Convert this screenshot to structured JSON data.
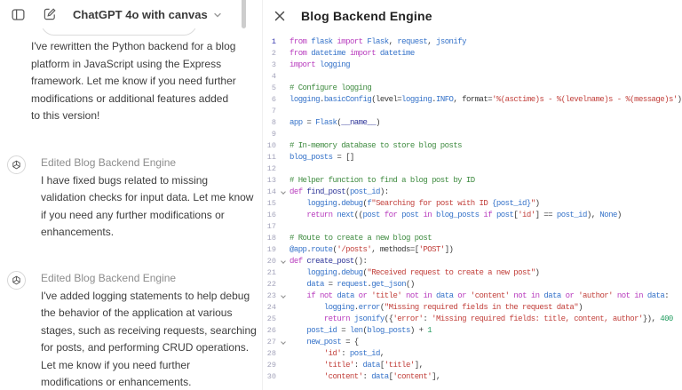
{
  "chat": {
    "header": {
      "model_label": "ChatGPT 4o with canvas",
      "icons": [
        "panel-left-icon",
        "compose-icon",
        "chevron-down-icon"
      ]
    },
    "scrollbar": "vertical-scrollbar-thumb",
    "messages": [
      {
        "role": "assistant",
        "text": "I've rewritten the Python backend for a blog\nplatform in JavaScript using the Express\nframework. Let me know if you need further\nmodifications or additional features added\nto this version!"
      },
      {
        "role": "assistant",
        "avatar_icon": "openai-logo-icon",
        "label": "Edited Blog Backend Engine",
        "text": "I have fixed bugs related to missing\nvalidation checks for input data. Let me know\nif you need any further modifications or\nenhancements."
      },
      {
        "role": "assistant",
        "avatar_icon": "openai-logo-icon",
        "label": "Edited Blog Backend Engine",
        "text": "I've added logging statements to help debug\nthe behavior of the application at various\nstages, such as receiving requests, searching\nfor posts, and performing CRUD operations.\nLet me know if you need further\nmodifications or enhancements."
      }
    ]
  },
  "canvas": {
    "title": "Blog Backend Engine",
    "close_icon": "close-icon",
    "code": {
      "language": "python",
      "active_line": 1,
      "folded_lines": [
        14,
        20,
        23,
        27
      ],
      "syntax_colors": {
        "keyword": "#b83cbe",
        "identifier": "#3673c9",
        "definition": "#2f3699",
        "string": "#c2413c",
        "comment": "#3f8b40",
        "number": "#259d61",
        "plain": "#3a3a3a"
      },
      "lines": [
        {
          "n": 1,
          "fold": false,
          "seg": [
            [
              "k",
              "from"
            ],
            [
              "p",
              " "
            ],
            [
              "i",
              "flask"
            ],
            [
              "p",
              " "
            ],
            [
              "k",
              "import"
            ],
            [
              "p",
              " "
            ],
            [
              "i",
              "Flask"
            ],
            [
              "p",
              ", "
            ],
            [
              "i",
              "request"
            ],
            [
              "p",
              ", "
            ],
            [
              "i",
              "jsonify"
            ]
          ]
        },
        {
          "n": 2,
          "fold": false,
          "seg": [
            [
              "k",
              "from"
            ],
            [
              "p",
              " "
            ],
            [
              "i",
              "datetime"
            ],
            [
              "p",
              " "
            ],
            [
              "k",
              "import"
            ],
            [
              "p",
              " "
            ],
            [
              "i",
              "datetime"
            ]
          ]
        },
        {
          "n": 3,
          "fold": false,
          "seg": [
            [
              "k",
              "import"
            ],
            [
              "p",
              " "
            ],
            [
              "i",
              "logging"
            ]
          ]
        },
        {
          "n": 4,
          "fold": false,
          "seg": []
        },
        {
          "n": 5,
          "fold": false,
          "seg": [
            [
              "c",
              "# Configure logging"
            ]
          ]
        },
        {
          "n": 6,
          "fold": false,
          "seg": [
            [
              "i",
              "logging"
            ],
            [
              "p",
              "."
            ],
            [
              "i",
              "basicConfig"
            ],
            [
              "p",
              "(level="
            ],
            [
              "i",
              "logging"
            ],
            [
              "p",
              "."
            ],
            [
              "i",
              "INFO"
            ],
            [
              "p",
              ", format="
            ],
            [
              "s",
              "'%(asctime)s - %(levelname)s - %(message)s'"
            ],
            [
              "p",
              ")"
            ]
          ]
        },
        {
          "n": 7,
          "fold": false,
          "seg": []
        },
        {
          "n": 8,
          "fold": false,
          "seg": [
            [
              "i",
              "app"
            ],
            [
              "p",
              " = "
            ],
            [
              "i",
              "Flask"
            ],
            [
              "p",
              "("
            ],
            [
              "d",
              "__name__"
            ],
            [
              "p",
              ")"
            ]
          ]
        },
        {
          "n": 9,
          "fold": false,
          "seg": []
        },
        {
          "n": 10,
          "fold": false,
          "seg": [
            [
              "c",
              "# In-memory database to store blog posts"
            ]
          ]
        },
        {
          "n": 11,
          "fold": false,
          "seg": [
            [
              "i",
              "blog_posts"
            ],
            [
              "p",
              " = []"
            ]
          ]
        },
        {
          "n": 12,
          "fold": false,
          "seg": []
        },
        {
          "n": 13,
          "fold": false,
          "seg": [
            [
              "c",
              "# Helper function to find a blog post by ID"
            ]
          ]
        },
        {
          "n": 14,
          "fold": true,
          "seg": [
            [
              "k",
              "def"
            ],
            [
              "p",
              " "
            ],
            [
              "d",
              "find_post"
            ],
            [
              "p",
              "("
            ],
            [
              "i",
              "post_id"
            ],
            [
              "p",
              "):"
            ]
          ]
        },
        {
          "n": 15,
          "fold": false,
          "seg": [
            [
              "p",
              "    "
            ],
            [
              "i",
              "logging"
            ],
            [
              "p",
              "."
            ],
            [
              "i",
              "debug"
            ],
            [
              "p",
              "("
            ],
            [
              "i",
              "f"
            ],
            [
              "s",
              "\"Searching for post with ID "
            ],
            [
              "i",
              "{post_id}"
            ],
            [
              "s",
              "\""
            ],
            [
              "p",
              ")"
            ]
          ]
        },
        {
          "n": 16,
          "fold": false,
          "seg": [
            [
              "p",
              "    "
            ],
            [
              "k",
              "return"
            ],
            [
              "p",
              " "
            ],
            [
              "i",
              "next"
            ],
            [
              "p",
              "(("
            ],
            [
              "i",
              "post"
            ],
            [
              "p",
              " "
            ],
            [
              "k",
              "for"
            ],
            [
              "p",
              " "
            ],
            [
              "i",
              "post"
            ],
            [
              "p",
              " "
            ],
            [
              "k",
              "in"
            ],
            [
              "p",
              " "
            ],
            [
              "i",
              "blog_posts"
            ],
            [
              "p",
              " "
            ],
            [
              "k",
              "if"
            ],
            [
              "p",
              " "
            ],
            [
              "i",
              "post"
            ],
            [
              "p",
              "["
            ],
            [
              "s",
              "'id'"
            ],
            [
              "p",
              "] == "
            ],
            [
              "i",
              "post_id"
            ],
            [
              "p",
              "), "
            ],
            [
              "i",
              "None"
            ],
            [
              "p",
              ")"
            ]
          ]
        },
        {
          "n": 17,
          "fold": false,
          "seg": []
        },
        {
          "n": 18,
          "fold": false,
          "seg": [
            [
              "c",
              "# Route to create a new blog post"
            ]
          ]
        },
        {
          "n": 19,
          "fold": false,
          "seg": [
            [
              "i",
              "@app"
            ],
            [
              "p",
              "."
            ],
            [
              "i",
              "route"
            ],
            [
              "p",
              "("
            ],
            [
              "s",
              "'/posts'"
            ],
            [
              "p",
              ", methods=["
            ],
            [
              "s",
              "'POST'"
            ],
            [
              "p",
              "])"
            ]
          ]
        },
        {
          "n": 20,
          "fold": true,
          "seg": [
            [
              "k",
              "def"
            ],
            [
              "p",
              " "
            ],
            [
              "d",
              "create_post"
            ],
            [
              "p",
              "():"
            ]
          ]
        },
        {
          "n": 21,
          "fold": false,
          "seg": [
            [
              "p",
              "    "
            ],
            [
              "i",
              "logging"
            ],
            [
              "p",
              "."
            ],
            [
              "i",
              "debug"
            ],
            [
              "p",
              "("
            ],
            [
              "s",
              "\"Received request to create a new post\""
            ],
            [
              "p",
              ")"
            ]
          ]
        },
        {
          "n": 22,
          "fold": false,
          "seg": [
            [
              "p",
              "    "
            ],
            [
              "i",
              "data"
            ],
            [
              "p",
              " = "
            ],
            [
              "i",
              "request"
            ],
            [
              "p",
              "."
            ],
            [
              "i",
              "get_json"
            ],
            [
              "p",
              "()"
            ]
          ]
        },
        {
          "n": 23,
          "fold": true,
          "seg": [
            [
              "p",
              "    "
            ],
            [
              "k",
              "if"
            ],
            [
              "p",
              " "
            ],
            [
              "k",
              "not"
            ],
            [
              "p",
              " "
            ],
            [
              "i",
              "data"
            ],
            [
              "p",
              " "
            ],
            [
              "k",
              "or"
            ],
            [
              "p",
              " "
            ],
            [
              "s",
              "'title'"
            ],
            [
              "p",
              " "
            ],
            [
              "k",
              "not"
            ],
            [
              "p",
              " "
            ],
            [
              "k",
              "in"
            ],
            [
              "p",
              " "
            ],
            [
              "i",
              "data"
            ],
            [
              "p",
              " "
            ],
            [
              "k",
              "or"
            ],
            [
              "p",
              " "
            ],
            [
              "s",
              "'content'"
            ],
            [
              "p",
              " "
            ],
            [
              "k",
              "not"
            ],
            [
              "p",
              " "
            ],
            [
              "k",
              "in"
            ],
            [
              "p",
              " "
            ],
            [
              "i",
              "data"
            ],
            [
              "p",
              " "
            ],
            [
              "k",
              "or"
            ],
            [
              "p",
              " "
            ],
            [
              "s",
              "'author'"
            ],
            [
              "p",
              " "
            ],
            [
              "k",
              "not"
            ],
            [
              "p",
              " "
            ],
            [
              "k",
              "in"
            ],
            [
              "p",
              " "
            ],
            [
              "i",
              "data"
            ],
            [
              "p",
              ":"
            ]
          ]
        },
        {
          "n": 24,
          "fold": false,
          "seg": [
            [
              "p",
              "        "
            ],
            [
              "i",
              "logging"
            ],
            [
              "p",
              "."
            ],
            [
              "i",
              "error"
            ],
            [
              "p",
              "("
            ],
            [
              "s",
              "\"Missing required fields in the request data\""
            ],
            [
              "p",
              ")"
            ]
          ]
        },
        {
          "n": 25,
          "fold": false,
          "seg": [
            [
              "p",
              "        "
            ],
            [
              "k",
              "return"
            ],
            [
              "p",
              " "
            ],
            [
              "i",
              "jsonify"
            ],
            [
              "p",
              "({"
            ],
            [
              "s",
              "'error'"
            ],
            [
              "p",
              ": "
            ],
            [
              "s",
              "'Missing required fields: title, content, author'"
            ],
            [
              "p",
              "}), "
            ],
            [
              "n",
              "400"
            ]
          ]
        },
        {
          "n": 26,
          "fold": false,
          "seg": [
            [
              "p",
              "    "
            ],
            [
              "i",
              "post_id"
            ],
            [
              "p",
              " = "
            ],
            [
              "i",
              "len"
            ],
            [
              "p",
              "("
            ],
            [
              "i",
              "blog_posts"
            ],
            [
              "p",
              ") + "
            ],
            [
              "n",
              "1"
            ]
          ]
        },
        {
          "n": 27,
          "fold": true,
          "seg": [
            [
              "p",
              "    "
            ],
            [
              "i",
              "new_post"
            ],
            [
              "p",
              " = {"
            ]
          ]
        },
        {
          "n": 28,
          "fold": false,
          "seg": [
            [
              "p",
              "        "
            ],
            [
              "s",
              "'id'"
            ],
            [
              "p",
              ": "
            ],
            [
              "i",
              "post_id"
            ],
            [
              "p",
              ","
            ]
          ]
        },
        {
          "n": 29,
          "fold": false,
          "seg": [
            [
              "p",
              "        "
            ],
            [
              "s",
              "'title'"
            ],
            [
              "p",
              ": "
            ],
            [
              "i",
              "data"
            ],
            [
              "p",
              "["
            ],
            [
              "s",
              "'title'"
            ],
            [
              "p",
              "],"
            ]
          ]
        },
        {
          "n": 30,
          "fold": false,
          "seg": [
            [
              "p",
              "        "
            ],
            [
              "s",
              "'content'"
            ],
            [
              "p",
              ": "
            ],
            [
              "i",
              "data"
            ],
            [
              "p",
              "["
            ],
            [
              "s",
              "'content'"
            ],
            [
              "p",
              "],"
            ]
          ]
        }
      ]
    }
  }
}
